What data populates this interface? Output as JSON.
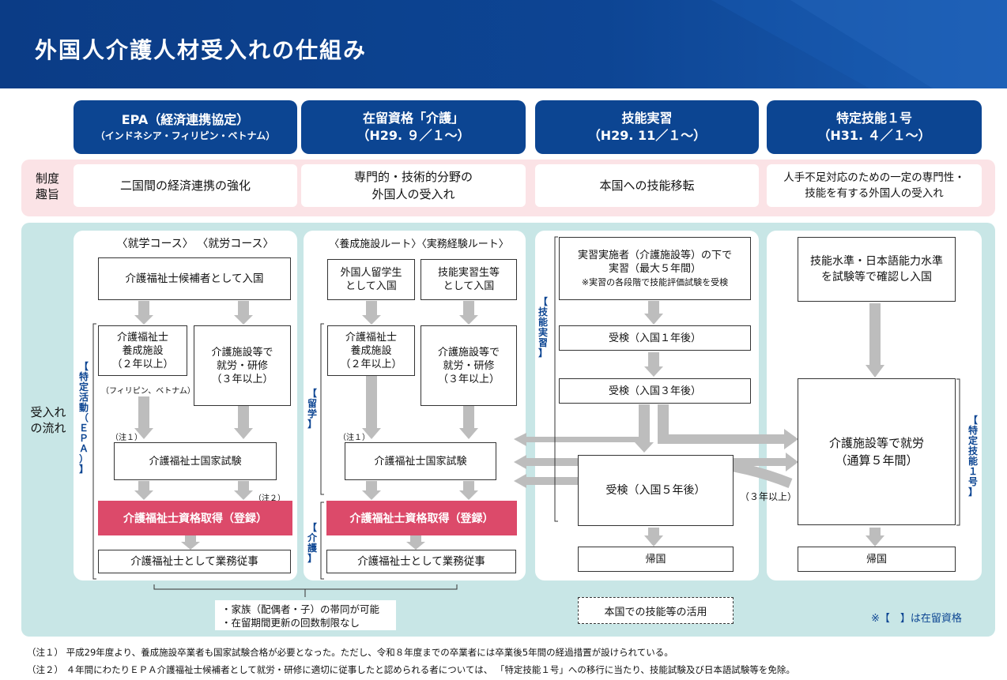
{
  "header": {
    "title": "外国人介護人材受入れの仕組み"
  },
  "categories": [
    {
      "title": "EPA（経済連携協定）",
      "sub": "（インドネシア・フィリピン・ベトナム）"
    },
    {
      "title": "在留資格「介護」",
      "sub": "（H29. ９／１〜）"
    },
    {
      "title": "技能実習",
      "sub": "（H29. 11／１〜）"
    },
    {
      "title": "特定技能１号",
      "sub": "（H31. ４／１〜）"
    }
  ],
  "purpose": {
    "label_line1": "制度",
    "label_line2": "趣旨",
    "items": [
      "二国間の経済連携の強化",
      "専門的・技術的分野の\n外国人の受入れ",
      "本国への技能移転",
      "人手不足対応のための一定の専門性・\n技能を有する外国人の受入れ"
    ]
  },
  "flow": {
    "label_line1": "受入れ",
    "label_line2": "の流れ",
    "epa": {
      "courses": "〈就学コース〉 〈就労コース〉",
      "entry": "介護福祉士候補者として入国",
      "school": "介護福祉士\n養成施設\n（２年以上）",
      "work": "介護施設等で\n就労・研修\n（３年以上）",
      "countries": "（フィリピン、ベトナム）",
      "note1": "（注１）",
      "note2": "（注２）",
      "exam": "介護福祉士国家試験",
      "qualify": "介護福祉士資格取得（登録）",
      "job": "介護福祉士として業務従事",
      "side_label": "【特定活動（ＥＰＡ）】"
    },
    "kaigo": {
      "routes": "〈養成施設ルート〉〈実務経験ルート〉",
      "student": "外国人留学生\nとして入国",
      "trainee": "技能実習生等\nとして入国",
      "school": "介護福祉士\n養成施設\n（２年以上）",
      "work": "介護施設等で\n就労・研修\n（３年以上）",
      "note1": "（注１）",
      "exam": "介護福祉士国家試験",
      "qualify": "介護福祉士資格取得（登録）",
      "job": "介護福祉士として業務従事",
      "side_study": "【留学】",
      "side_care": "【介護】"
    },
    "gino": {
      "train": "実習実施者（介護施設等）の下で\n実習（最大５年間）",
      "train_note": "※実習の各段階で技能評価試験を受検",
      "exam1": "受検（入国１年後）",
      "exam3": "受検（入国３年後）",
      "exam5": "受検（入国５年後）",
      "home": "帰国",
      "side_label": "【技能実習】",
      "three_years": "（３年以上）"
    },
    "tokutei": {
      "entry": "技能水準・日本語能力水準\nを試験等で確認し入国",
      "work": "介護施設等で就労\n（通算５年間）",
      "home": "帰国",
      "side_label": "【特定技能１号】"
    },
    "family": "・家族（配偶者・子）の帯同が可能\n・在留期間更新の回数制限なし",
    "home_use": "本国での技能等の活用",
    "legend": "※【　】は在留資格"
  },
  "footnotes": [
    "（注１） 平成29年度より、養成施設卒業者も国家試験合格が必要となった。ただし、令和８年度までの卒業者には卒業後5年間の経過措置が設けられている。",
    "（注２） ４年間にわたりＥＰＡ介護福祉士候補者として就労・研修に適切に従事したと認められる者については、 「特定技能１号」への移行に当たり、技能試験及び日本語試験等を免除。"
  ],
  "colors": {
    "navy": "#0c4592",
    "pink_band": "#fbe3e6",
    "teal_band": "#c8e6e6",
    "red": "#dc4a6a",
    "arrow": "#bdbdbd"
  }
}
